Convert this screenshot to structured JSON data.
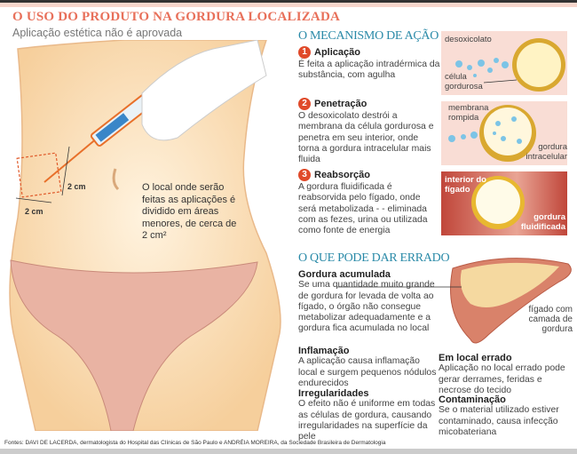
{
  "header": {
    "title": "O USO DO PRODUTO NA GORDURA LOCALIZADA",
    "subtitle": "Aplicação estética não é aprovada"
  },
  "illustration": {
    "note": "O local onde serão feitas as aplicações é dividido em áreas menores, de cerca de 2 cm²",
    "dim_vertical": "2 cm",
    "dim_horizontal": "2 cm"
  },
  "mechanism": {
    "title": "O MECANISMO DE AÇÃO",
    "steps": [
      {
        "num": "1",
        "title": "Aplicação",
        "text": "É feita a aplicação intradérmica da substância, com agulha"
      },
      {
        "num": "2",
        "title": "Penetração",
        "text": "O desoxicolato destrói a membrana da célula gordurosa e penetra em seu interior, onde torna a gordura intracelular mais fluida"
      },
      {
        "num": "3",
        "title": "Reabsorção",
        "text": "A gordura fluidificada é reabsorvida pelo fígado, onde será metabolizada - - eliminada com as fezes, urina ou utilizada como fonte de energia"
      }
    ],
    "labels": {
      "desoxicolato": "desoxicolato",
      "celula": "célula gordurosa",
      "membrana": "membrana rompida",
      "gordura_intra": "gordura intracelular",
      "interior": "interior do fígado",
      "gordura_fluid": "gordura fluidificada"
    }
  },
  "risks": {
    "title": "O QUE PODE DAR ERRADO",
    "liver_label": "fígado com camada de gordura",
    "items": [
      {
        "title": "Gordura acumulada",
        "text": "Se uma quantidade muito grande de gordura for levada de volta ao fígado, o órgão não consegue metabolizar adequadamente e a gordura fica acumulada no local"
      },
      {
        "title": "Inflamação",
        "text": "A aplicação causa inflamação local e surgem pequenos nódulos endurecidos"
      },
      {
        "title": "Irregularidades",
        "text": "O efeito não é uniforme em todas as células de gordura, causando irregularidades na superfície da pele"
      },
      {
        "title": "Em local errado",
        "text": "Aplicação no local errado pode gerar derrames, feridas e necrose do tecido"
      },
      {
        "title": "Contaminação",
        "text": "Se o material utilizado estiver contaminado, causa infecção micobateriana"
      }
    ]
  },
  "footer": "Fontes: DAVI DE LACERDA, dermatologista do Hospital das Clínicas de São Paulo e ANDRÉIA MOREIRA, da Sociedade Brasileira de Dermatologia",
  "colors": {
    "title": "#e8705a",
    "section": "#2a8aa8",
    "badge": "#e04a2a",
    "skin": "#fbe3c0",
    "panty": "#e9b3a3"
  }
}
